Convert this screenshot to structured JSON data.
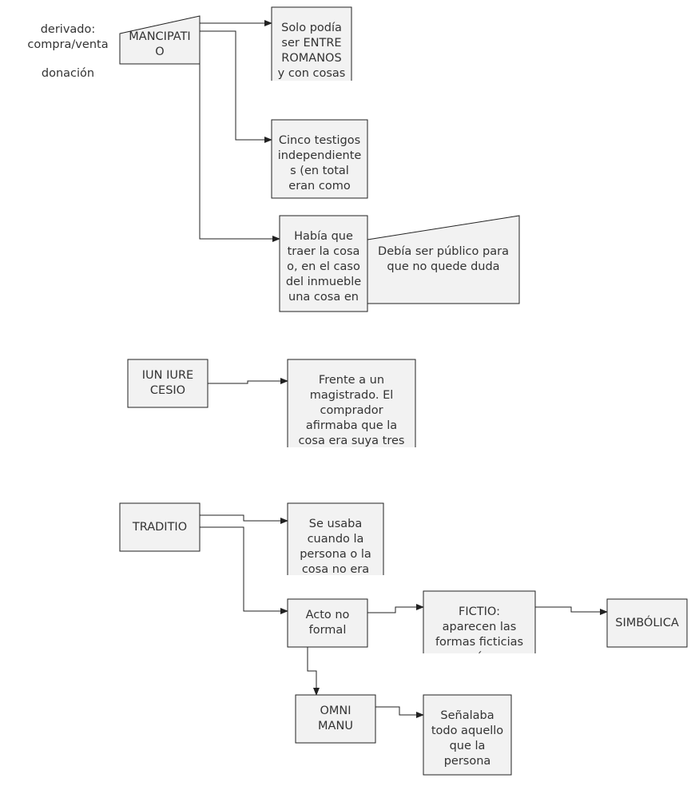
{
  "colors": {
    "box_fill": "#f2f2f2",
    "stroke": "#222222",
    "text": "#333333"
  },
  "side_note": {
    "lines": [
      "derivado:",
      "compra/venta"
    ],
    "extra": "donación"
  },
  "nodes": {
    "mancipatio": {
      "lines": [
        "MANCIPATI",
        "O"
      ]
    },
    "entre_romanos": {
      "lines": [
        "Solo podía",
        "ser ENTRE",
        "ROMANOS",
        "y con cosas"
      ]
    },
    "cinco_testigos": {
      "lines": [
        "Cinco testigos",
        "independiente",
        "s (en total",
        "eran como"
      ]
    },
    "traer_cosa": {
      "lines": [
        "Había que",
        "traer la cosa",
        "o, en el caso",
        "del inmueble",
        "una cosa en"
      ]
    },
    "publico": {
      "lines": [
        "Debía ser público para",
        "que no quede duda"
      ]
    },
    "iun_iure": {
      "lines": [
        "IUN IURE",
        "CESIO"
      ]
    },
    "magistrado": {
      "lines": [
        "Frente a un",
        "magistrado. El",
        "comprador",
        "afirmaba que la",
        "cosa era suya tres"
      ]
    },
    "traditio": {
      "lines": [
        "TRADITIO"
      ]
    },
    "se_usaba": {
      "lines": [
        "Se usaba",
        "cuando la",
        "persona o la",
        "cosa no era"
      ]
    },
    "acto_no_formal": {
      "lines": [
        "Acto no",
        "formal"
      ]
    },
    "fictio": {
      "lines": [
        "FICTIO:",
        "aparecen las",
        "formas ficticias",
        "ó"
      ]
    },
    "simbolica": {
      "lines": [
        "SIMBÓLICA"
      ]
    },
    "omni_manu": {
      "lines": [
        "OMNI",
        "MANU"
      ]
    },
    "senalaba": {
      "lines": [
        "Señalaba",
        "todo aquello",
        "que la",
        "persona"
      ]
    }
  }
}
